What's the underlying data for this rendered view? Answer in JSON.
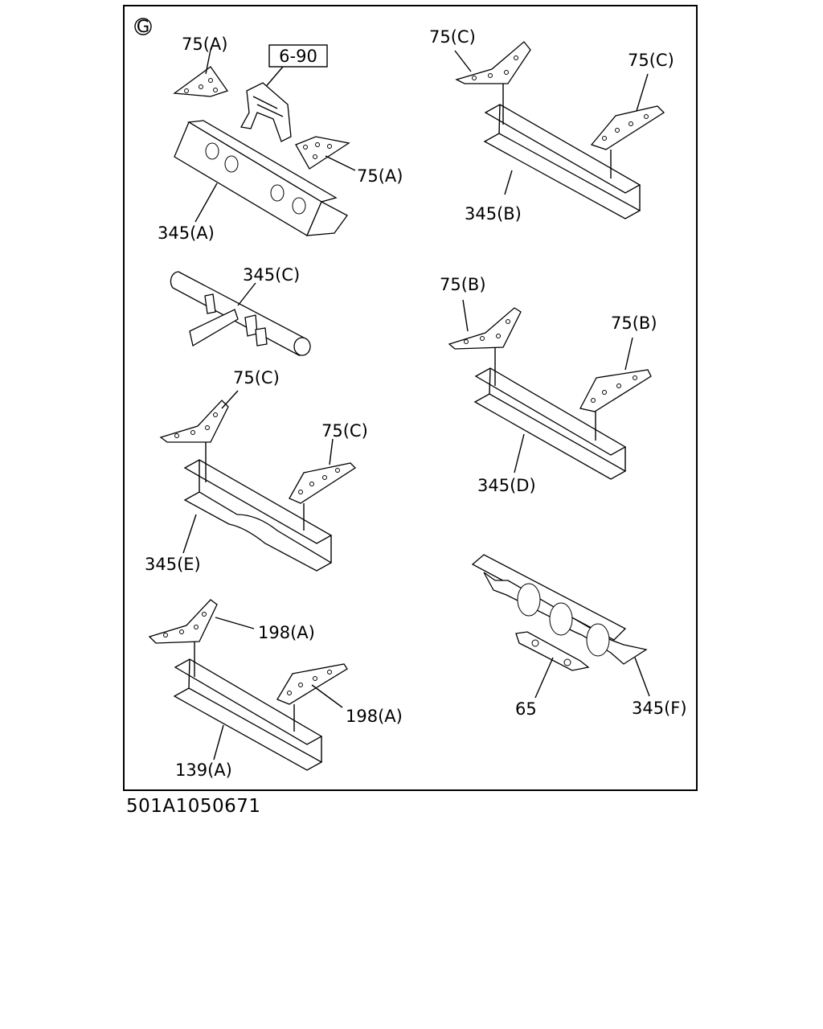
{
  "section_marker": "G",
  "reference_box": "6-90",
  "callouts": {
    "g1_plate_top": "75(A)",
    "g1_plate_right": "75(A)",
    "g1_member": "345(A)",
    "g2_plate_left": "75(C)",
    "g2_plate_right": "75(C)",
    "g2_member": "345(B)",
    "g3_member": "345(C)",
    "g4_plate_left": "75(B)",
    "g4_plate_right": "75(B)",
    "g4_member": "345(D)",
    "g5_plate_left": "75(C)",
    "g5_plate_right": "75(C)",
    "g5_member": "345(E)",
    "g6_bracket": "65",
    "g6_member": "345(F)",
    "g7_plate_left": "198(A)",
    "g7_plate_right": "198(A)",
    "g7_member": "139(A)"
  },
  "footer": {
    "code": "501A1050671"
  }
}
